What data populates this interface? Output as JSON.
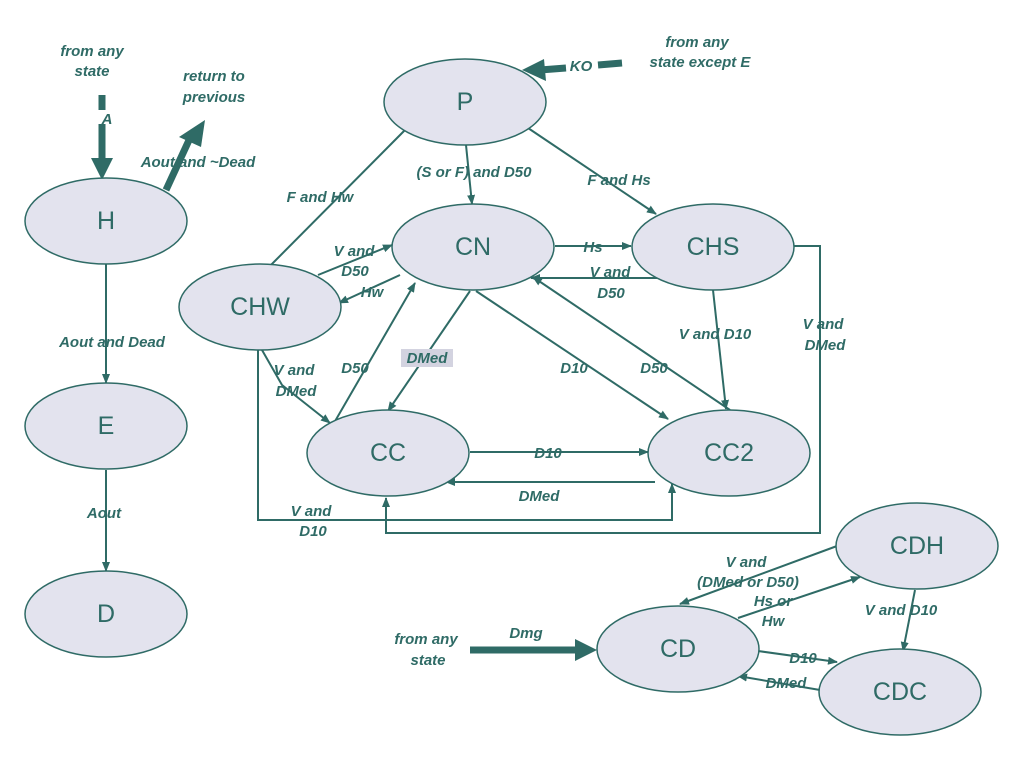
{
  "nodes": {
    "H": "H",
    "E": "E",
    "D": "D",
    "P": "P",
    "CN": "CN",
    "CHS": "CHS",
    "CHW": "CHW",
    "CC": "CC",
    "CC2": "CC2",
    "CDH": "CDH",
    "CD": "CD",
    "CDC": "CDC"
  },
  "notes": {
    "from_any_state": [
      "from any",
      "state"
    ],
    "return_to_previous": [
      "return to",
      "previous"
    ],
    "from_any_state_except_e": [
      "from any",
      "state except E"
    ],
    "from_any_state_2": [
      "from any",
      "state"
    ]
  },
  "edges": {
    "a": "A",
    "aout_not_dead": "Aout and ~Dead",
    "aout_and_dead": "Aout and Dead",
    "aout": "Aout",
    "ko": "KO",
    "s_or_f_d50": "(S or F) and D50",
    "f_and_hw": "F and Hw",
    "f_and_hs": "F and Hs",
    "hs": "Hs",
    "v_and_d50_chs": [
      "V and",
      "D50"
    ],
    "v_and_d50_chw": [
      "V and",
      "D50"
    ],
    "hw": "Hw",
    "v_and_dmed_chw": [
      "V and",
      "DMed"
    ],
    "d50_cc": "D50",
    "dmed_cn": "DMed",
    "d10_cn": "D10",
    "d50_cc2": "D50",
    "v_and_d10_chs": "V and D10",
    "v_and_dmed_chs": [
      "V and",
      "DMed"
    ],
    "d10_cc": "D10",
    "dmed_cc2": "DMed",
    "v_and_d10_chw": [
      "V and",
      "D10"
    ],
    "v_and_dmed_d50_cdh": [
      "V and",
      "(DMed or D50)"
    ],
    "hs_or_hw": [
      "Hs or",
      "Hw"
    ],
    "v_and_d10_cdh": "V and D10",
    "dmg": "Dmg",
    "d10_cd": "D10",
    "dmed_cdc": "DMed"
  },
  "colors": {
    "stroke": "#2f6b66",
    "node_fill": "#e3e3ee",
    "highlight": "#d3d3e0"
  }
}
